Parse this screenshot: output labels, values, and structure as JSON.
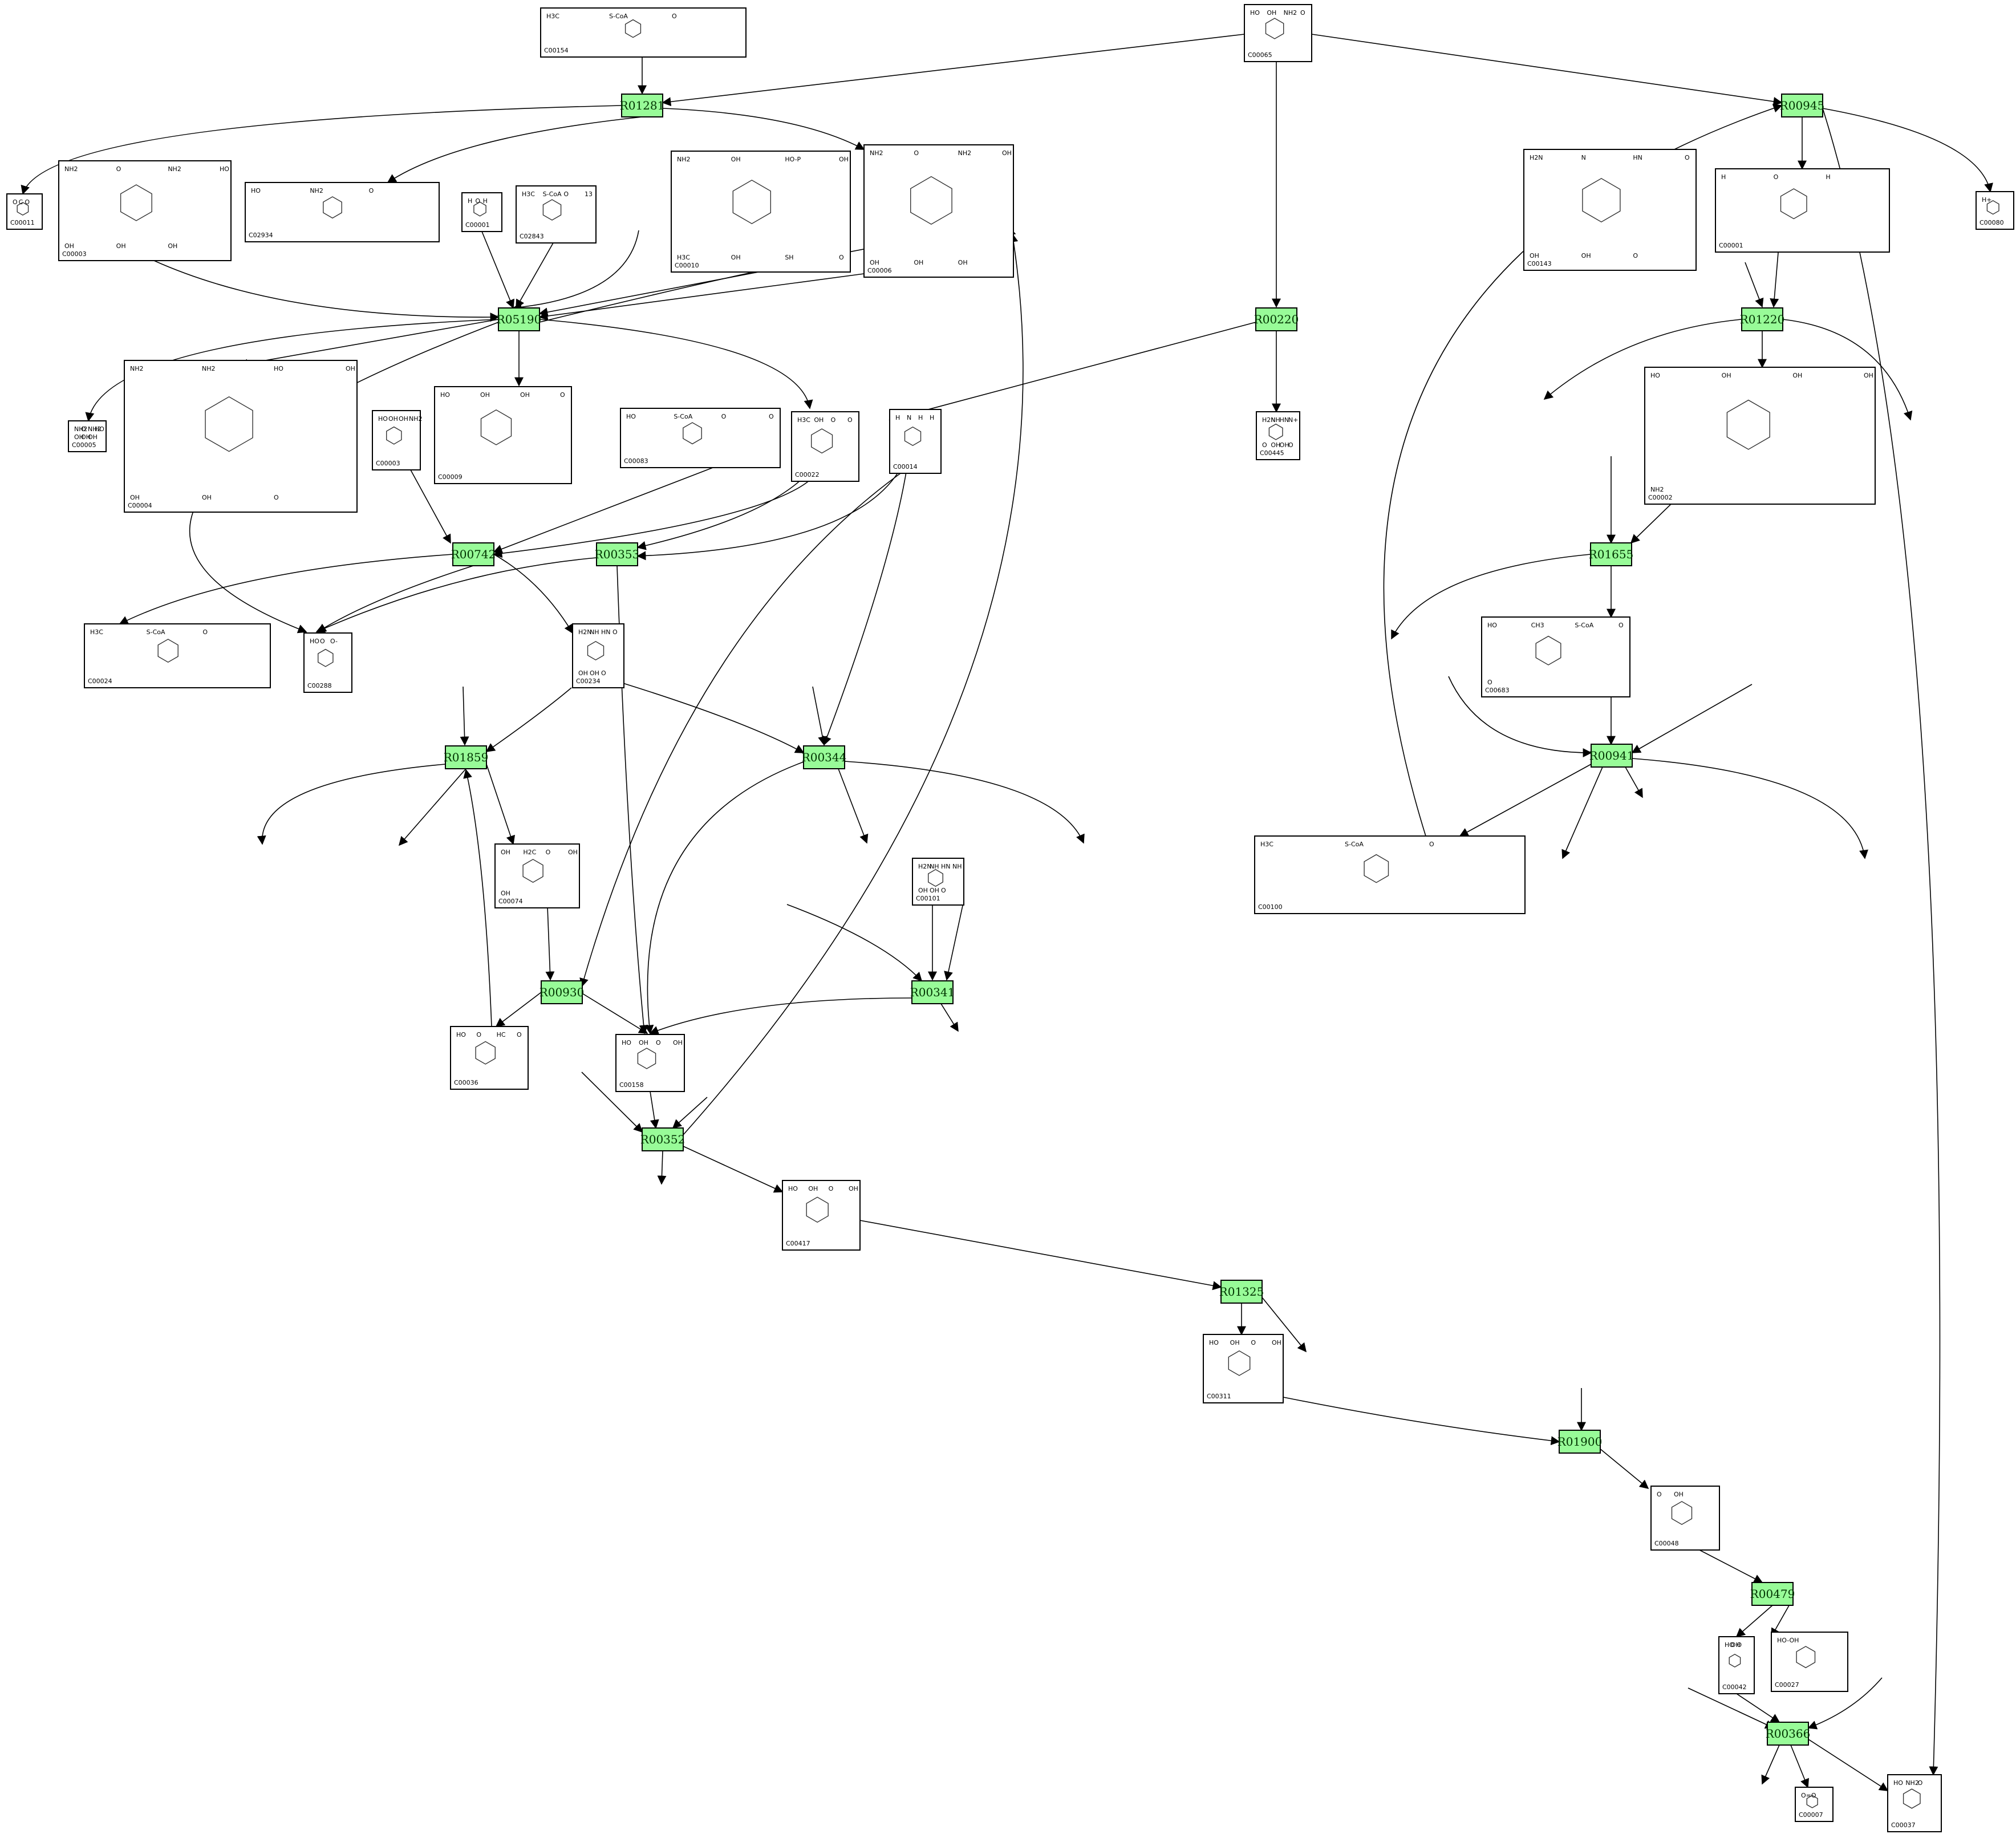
{
  "colors": {
    "reaction_fill": "#98fb98",
    "border": "#000000",
    "background": "#ffffff"
  },
  "reactions": [
    "R01281",
    "R00945",
    "R05190",
    "R00220",
    "R01220",
    "R00742",
    "R00353",
    "R01655",
    "R01859",
    "R00344",
    "R00941",
    "R00930",
    "R00341",
    "R00352",
    "R01325",
    "R01900",
    "R00479",
    "R00366"
  ],
  "compounds": [
    {
      "id": "C00154",
      "atoms": [
        "H3C",
        "S-CoA",
        "O"
      ]
    },
    {
      "id": "C00065",
      "atoms": [
        "HO",
        "OH",
        "NH2",
        "O"
      ]
    },
    {
      "id": "C00011",
      "atoms": [
        "O",
        "C",
        "O"
      ]
    },
    {
      "id": "C00003",
      "atoms": [
        "NH2",
        "O",
        "NH2",
        "HO",
        "OH",
        "OH",
        "OH"
      ]
    },
    {
      "id": "C02934",
      "atoms": [
        "HO",
        "NH2",
        "O"
      ]
    },
    {
      "id": "C00001",
      "atoms": [
        "H",
        "O",
        "H"
      ]
    },
    {
      "id": "C02843",
      "atoms": [
        "H3C",
        "S-CoA",
        "O",
        "13"
      ]
    },
    {
      "id": "C00006",
      "atoms": [
        "NH2",
        "O",
        "NH2",
        "OH",
        "OH",
        "OH",
        "OH"
      ]
    },
    {
      "id": "C00010",
      "atoms": [
        "NH2",
        "OH",
        "HO-P",
        "OH",
        "H3C",
        "OH",
        "SH",
        "O"
      ]
    },
    {
      "id": "C00001",
      "atoms": [
        "H",
        "O",
        "H"
      ]
    },
    {
      "id": "C00143",
      "atoms": [
        "H2N",
        "N",
        "HN",
        "O",
        "OH",
        "OH",
        "O"
      ]
    },
    {
      "id": "C00080",
      "atoms": [
        "H+"
      ]
    },
    {
      "id": "C00005",
      "atoms": [
        "NH2",
        "O",
        "NH2",
        "HO",
        "OH",
        "OH",
        "OH"
      ]
    },
    {
      "id": "C00004",
      "atoms": [
        "NH2",
        "NH2",
        "HO",
        "OH",
        "OH",
        "OH",
        "O"
      ]
    },
    {
      "id": "C00009",
      "atoms": [
        "HO",
        "OH",
        "OH",
        "O"
      ]
    },
    {
      "id": "C00003",
      "atoms": [
        "HO",
        "OH",
        "OH",
        "NH2"
      ]
    },
    {
      "id": "C00083",
      "atoms": [
        "HO",
        "S-CoA",
        "O",
        "O"
      ]
    },
    {
      "id": "C00022",
      "atoms": [
        "H3C",
        "OH",
        "O",
        "O"
      ]
    },
    {
      "id": "C00014",
      "atoms": [
        "H",
        "N",
        "H",
        "H"
      ]
    },
    {
      "id": "C00445",
      "atoms": [
        "H2N",
        "NH",
        "HN",
        "N+",
        "O",
        "OH",
        "OH",
        "O"
      ]
    },
    {
      "id": "C00002",
      "atoms": [
        "HO",
        "OH",
        "OH",
        "OH",
        "NH2"
      ]
    },
    {
      "id": "C00024",
      "atoms": [
        "H3C",
        "S-CoA",
        "O"
      ]
    },
    {
      "id": "C00288",
      "atoms": [
        "HO",
        "O",
        "O-"
      ]
    },
    {
      "id": "C00234",
      "atoms": [
        "H2N",
        "NH",
        "HN",
        "O",
        "OH",
        "OH",
        "O"
      ]
    },
    {
      "id": "C00683",
      "atoms": [
        "HO",
        "CH3",
        "S-CoA",
        "O",
        "O"
      ]
    },
    {
      "id": "C00074",
      "atoms": [
        "OH",
        "H2C",
        "O",
        "OH",
        "OH"
      ]
    },
    {
      "id": "C00101",
      "atoms": [
        "H2N",
        "NH",
        "HN",
        "NH",
        "OH",
        "OH",
        "O"
      ]
    },
    {
      "id": "C00100",
      "atoms": [
        "H3C",
        "S-CoA",
        "O"
      ]
    },
    {
      "id": "C00036",
      "atoms": [
        "HO",
        "O",
        "HC",
        "O"
      ]
    },
    {
      "id": "C00158",
      "atoms": [
        "HO",
        "OH",
        "O",
        "OH"
      ]
    },
    {
      "id": "C00417",
      "atoms": [
        "HO",
        "OH",
        "O",
        "OH"
      ]
    },
    {
      "id": "C00311",
      "atoms": [
        "HO",
        "OH",
        "O",
        "OH"
      ]
    },
    {
      "id": "C00048",
      "atoms": [
        "O",
        "OH"
      ]
    },
    {
      "id": "C00042",
      "atoms": [
        "HO",
        "OH",
        "O"
      ]
    },
    {
      "id": "C00027",
      "atoms": [
        "HO-OH"
      ]
    },
    {
      "id": "C00007",
      "atoms": [
        "O=O"
      ]
    },
    {
      "id": "C00037",
      "atoms": [
        "HO",
        "NH2",
        "O"
      ]
    }
  ]
}
